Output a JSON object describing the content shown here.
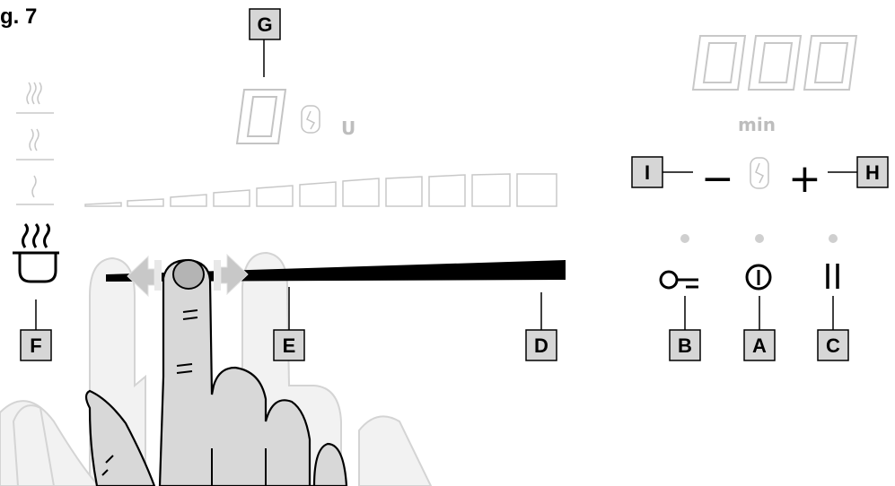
{
  "figure": {
    "label": "g. 7"
  },
  "display": {
    "level_digit": "0",
    "timer_digits": [
      "0",
      "0",
      "0"
    ],
    "timer_unit": "min",
    "unit_letter": "U"
  },
  "controls": {
    "minus": "−",
    "plus": "+"
  },
  "callouts": {
    "A": "A",
    "B": "B",
    "C": "C",
    "D": "D",
    "E": "E",
    "F": "F",
    "G": "G",
    "H": "H",
    "I": "I"
  },
  "colors": {
    "callout_fill": "#d6d6d6",
    "faint": "#c8c8c8",
    "hand_fill": "#d8d8d8",
    "ghost_hand": "#ededed",
    "slider": "#000000"
  }
}
